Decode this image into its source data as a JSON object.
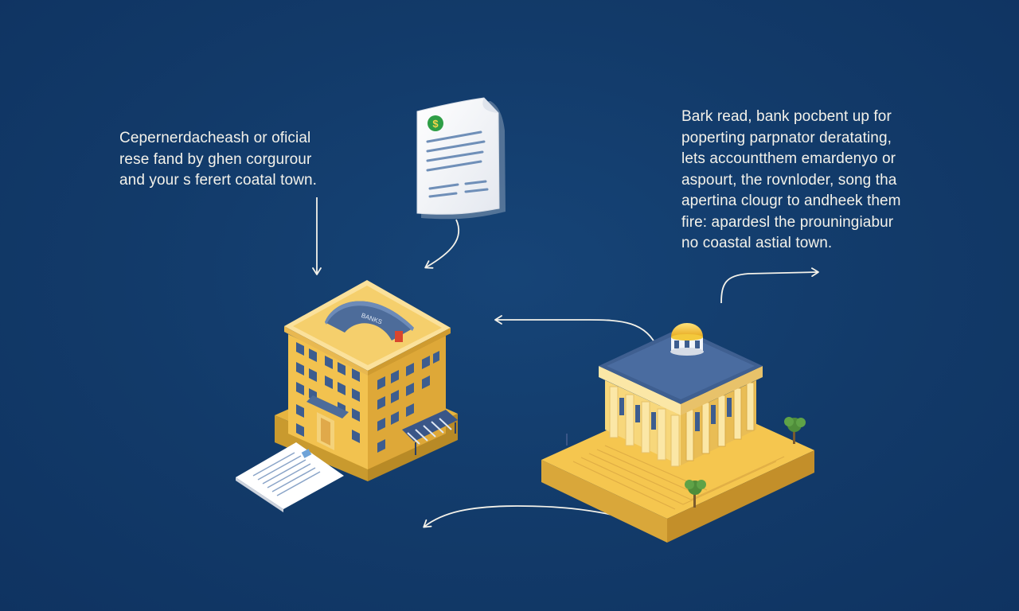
{
  "captions": {
    "left": {
      "lines": [
        "Cepernerdacheash or oficial",
        "rese fand by ghen corgurour",
        "and your s ferert coatal town."
      ]
    },
    "right": {
      "lines": [
        "Bark read, bank pocbent up for",
        "poperting parpnator deratating,",
        "lets accountthem emardenyo or",
        "aspourt, the rovnloder, song tha",
        "apertina clougr to andheek them",
        "fire: apardesl the prouningiabur",
        "no coastal astial town."
      ]
    }
  },
  "document": {
    "badge_symbol": "$",
    "badge_color": "#2e9e46"
  },
  "office_building": {
    "roof_sign": "BANKS",
    "wall_color": "#f2c24f",
    "roof_color": "#4d6c9a"
  },
  "bank_building": {
    "dome_color": "#f5c83a",
    "column_color": "#fbe7a6",
    "roof_color": "#3f5f90"
  },
  "colors": {
    "background": "#123a69",
    "arrow": "#f4f2ea",
    "text": "#f4f2ea"
  }
}
